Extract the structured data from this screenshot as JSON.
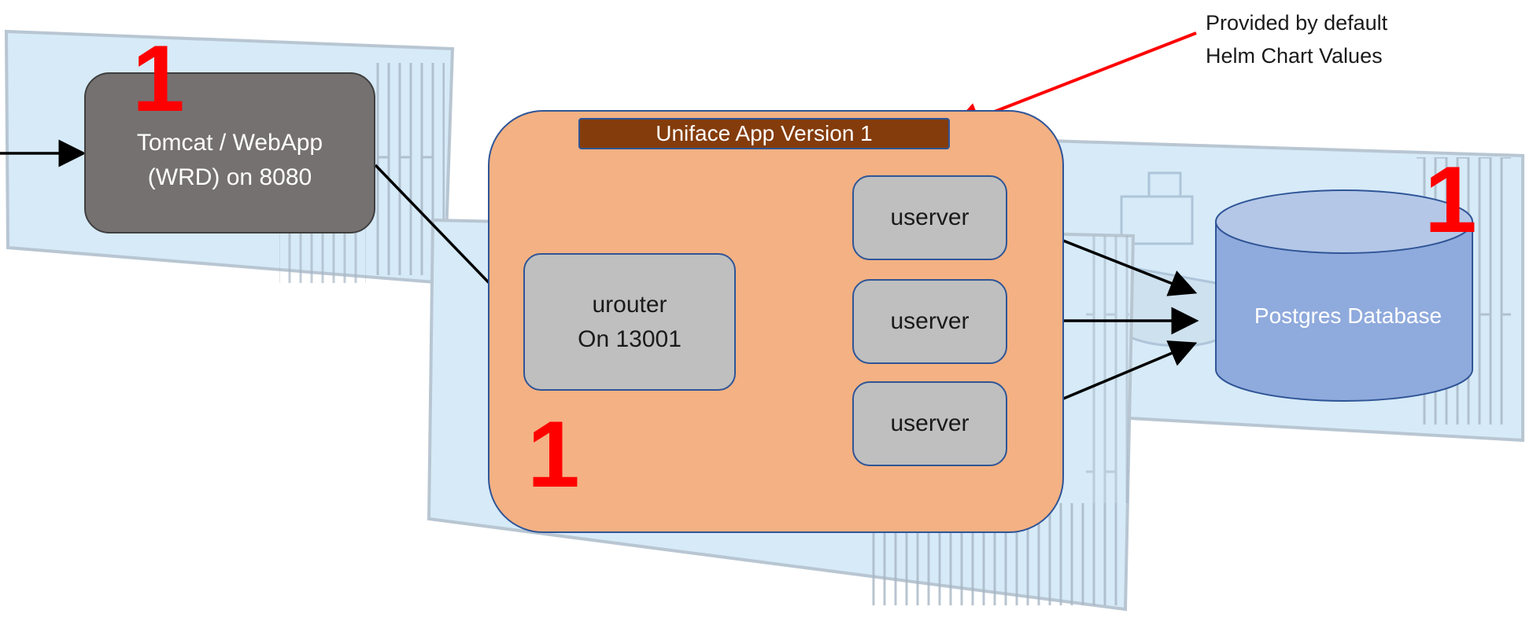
{
  "tomcat": {
    "label": "Tomcat / WebApp\n(WRD) on 8080",
    "count": "1"
  },
  "app": {
    "title": "Uniface App Version 1",
    "count": "1",
    "router_label": "urouter\nOn 13001",
    "server_labels": [
      "userver",
      "userver",
      "userver"
    ]
  },
  "database": {
    "label": "Postgres Database",
    "count": "1"
  },
  "annotation": {
    "text": "Provided by default\nHelm Chart Values"
  },
  "colors": {
    "tomcat_fill": "#757171",
    "app_fill": "#f4b183",
    "app_title_fill": "#843c0c",
    "node_fill": "#bfbfbf",
    "db_fill": "#8faadc",
    "count_red": "#ff0000",
    "annotation_arrow": "#ff0000",
    "container_blue": "#d6eaf8"
  }
}
